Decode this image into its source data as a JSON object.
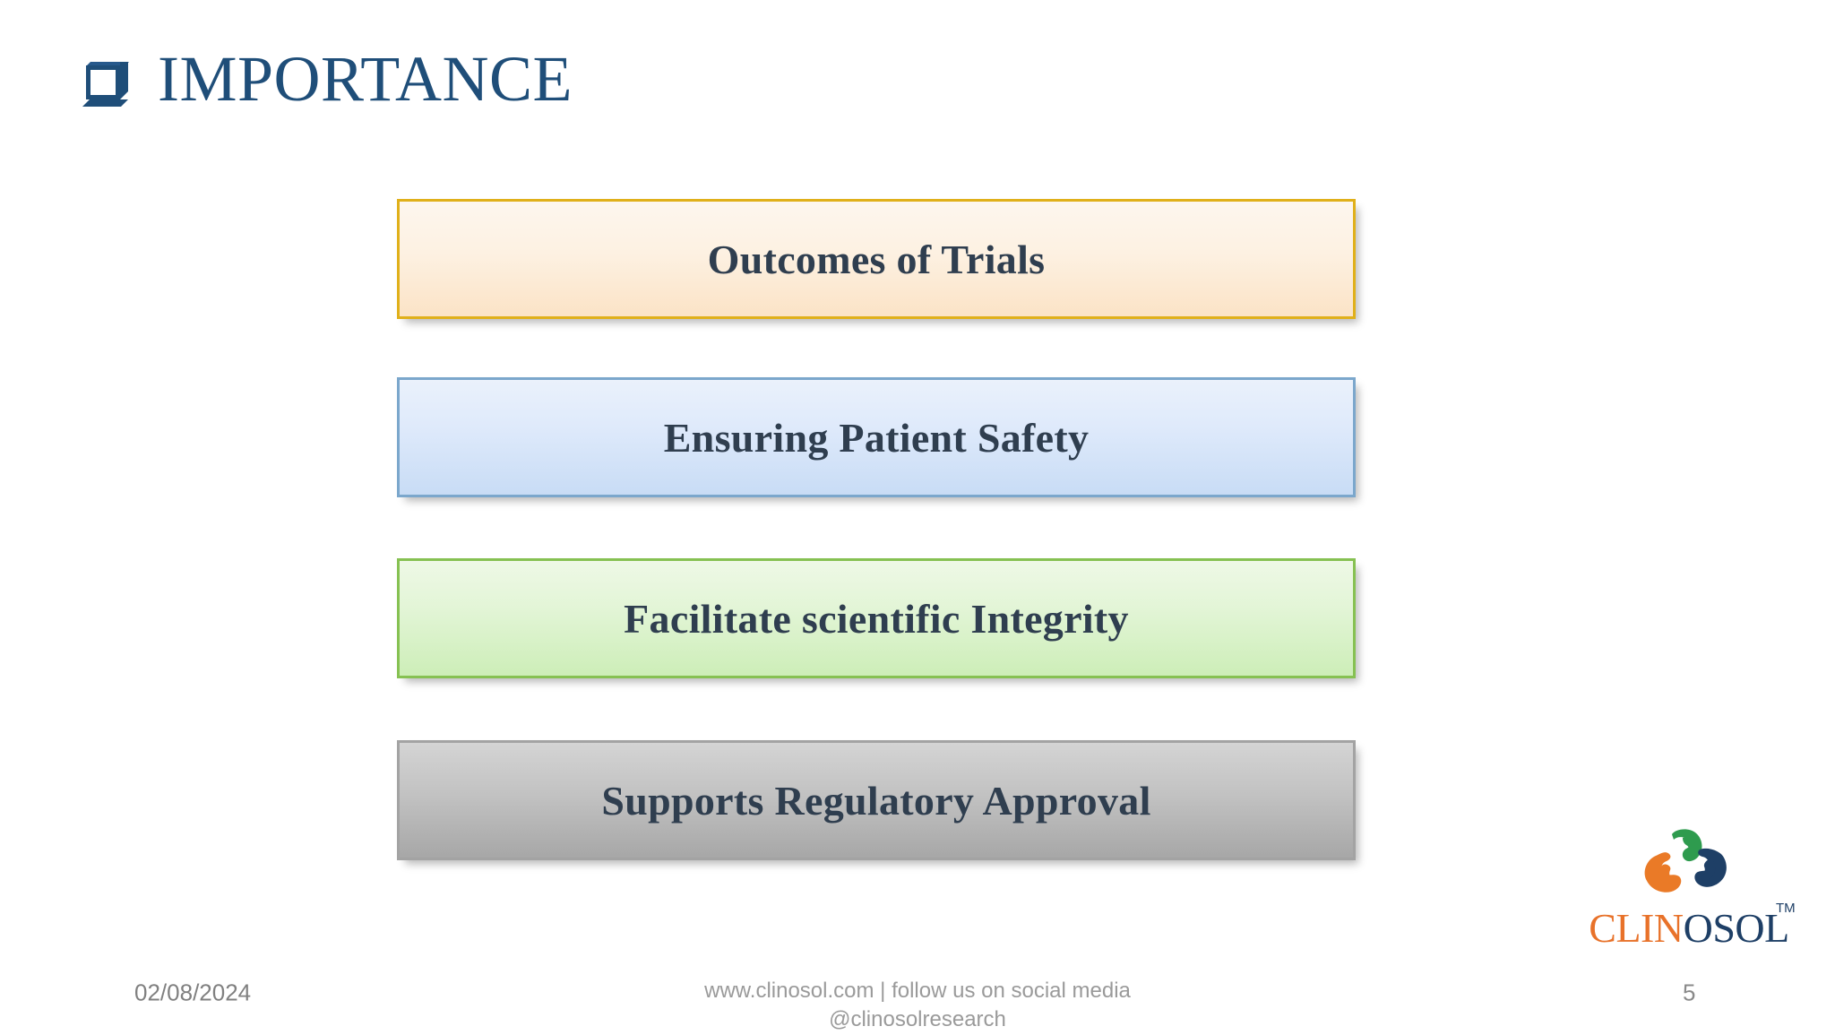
{
  "slide": {
    "title": "IMPORTANCE",
    "bullet_icon": "square-3d-bullet-icon",
    "title_color": "#1f4e79",
    "background_color": "#ffffff"
  },
  "boxes": [
    {
      "label": "Outcomes of Trials",
      "border_color": "#e0b01a",
      "fill_top": "#fdf6ee",
      "fill_bottom": "#fbe3c6",
      "text_color": "#2f3e4f"
    },
    {
      "label": "Ensuring Patient Safety",
      "border_color": "#7ba7cc",
      "fill_top": "#eaf1fb",
      "fill_bottom": "#c8dcf5",
      "text_color": "#2f3e4f"
    },
    {
      "label": "Facilitate scientific Integrity",
      "border_color": "#86c152",
      "fill_top": "#eef8e6",
      "fill_bottom": "#cdeeb8",
      "text_color": "#2f3e4f"
    },
    {
      "label": "Supports Regulatory Approval",
      "border_color": "#a3a3a3",
      "fill_top": "#d4d4d4",
      "fill_bottom": "#a7a7a7",
      "text_color": "#2f3e4f"
    }
  ],
  "footer": {
    "date": "02/08/2024",
    "website_line1": "www.clinosol.com | follow us on social media",
    "website_line2": "@clinosolresearch",
    "page_number": "5"
  },
  "logo": {
    "name": "clinosol-logo",
    "word_part_a": "CLIN",
    "word_part_b": "OSOL",
    "trademark": "TM",
    "color_orange": "#e8722a",
    "color_navy": "#1e3f66",
    "color_green": "#2e9b4e"
  }
}
